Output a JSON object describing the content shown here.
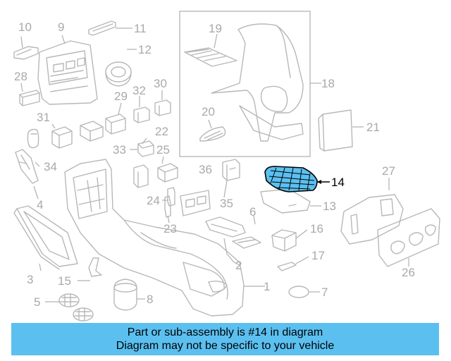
{
  "diagram": {
    "callouts": [
      "10",
      "9",
      "11",
      "12",
      "28",
      "29",
      "32",
      "30",
      "31",
      "22",
      "33",
      "25",
      "34",
      "24",
      "4",
      "23",
      "36",
      "35",
      "19",
      "18",
      "20",
      "21",
      "14",
      "13",
      "6",
      "16",
      "27",
      "17",
      "26",
      "3",
      "15",
      "5",
      "8",
      "2",
      "1",
      "7"
    ],
    "highlight_part": "14",
    "colors": {
      "line": "#b8b8b8",
      "highlight_fill": "#5bc0f0",
      "banner": "#5bc0f0"
    }
  },
  "banner": {
    "line1": "Part or sub-assembly is #14 in diagram",
    "line2": "Diagram may not be specific to your vehicle"
  }
}
